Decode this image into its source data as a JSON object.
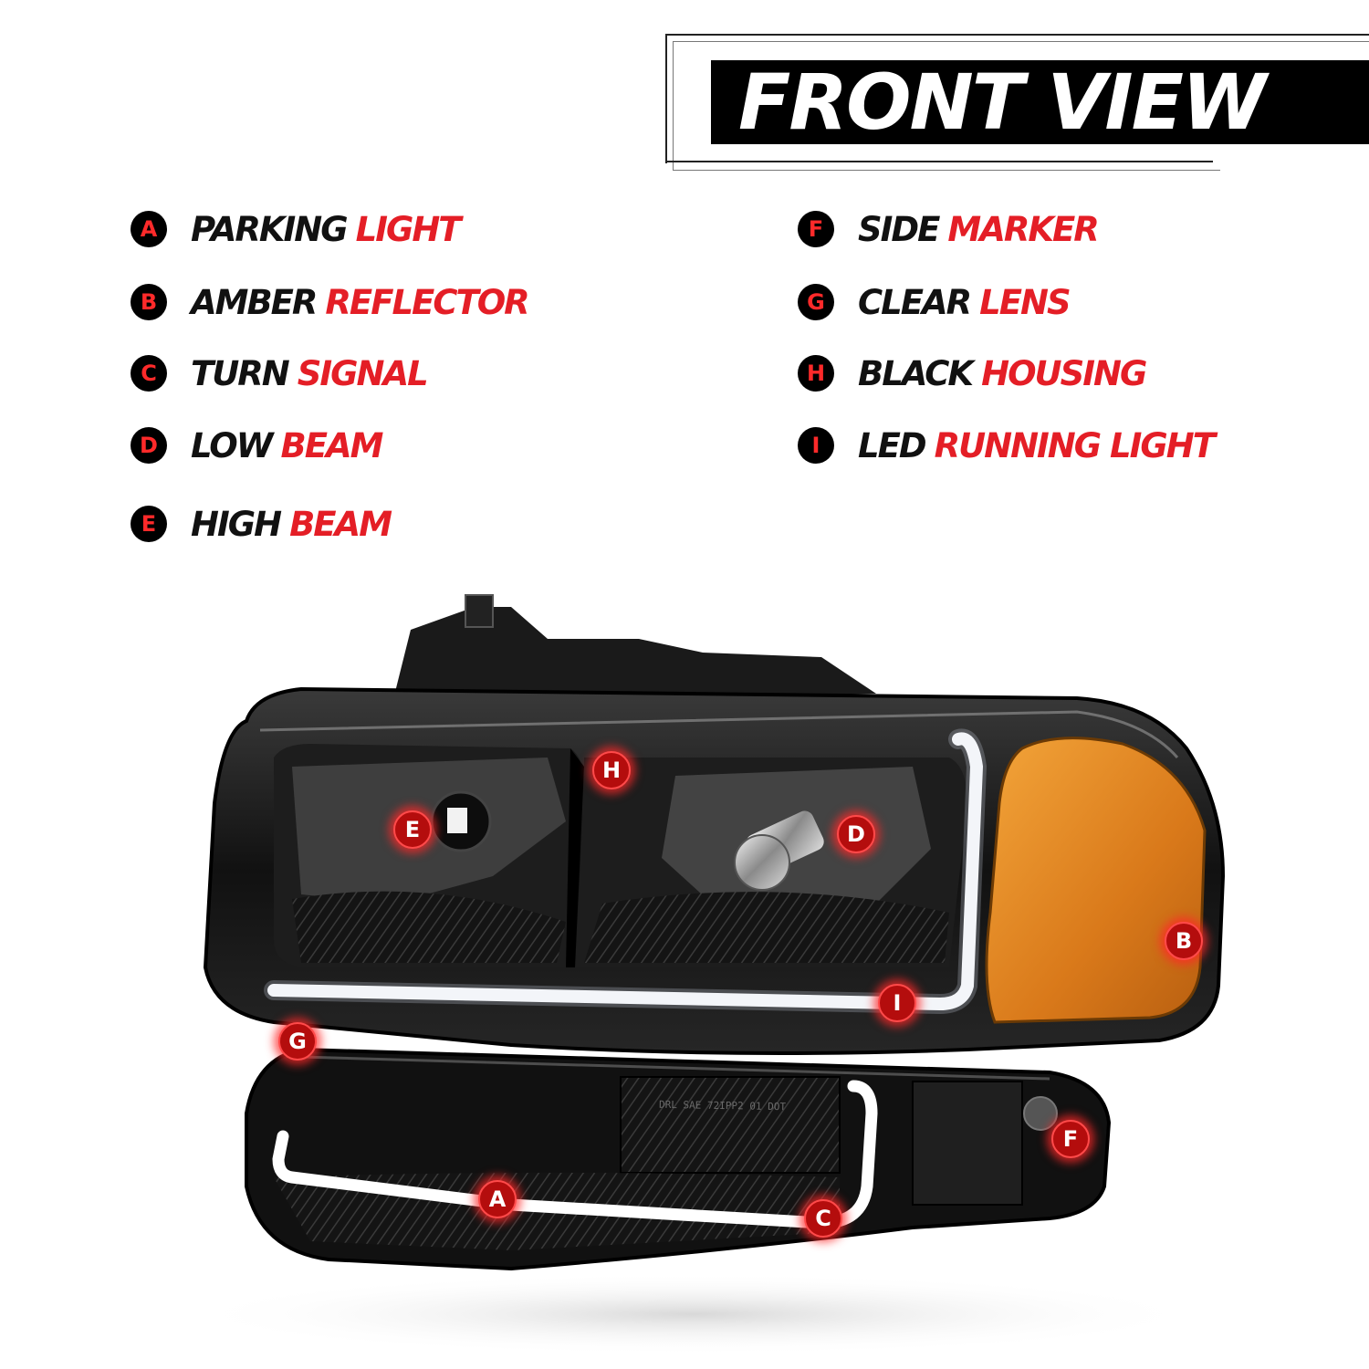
{
  "title": "FRONT VIEW",
  "legend": [
    {
      "letter": "A",
      "word1": "PARKING",
      "word2": "LIGHT"
    },
    {
      "letter": "B",
      "word1": "AMBER",
      "word2": "REFLECTOR"
    },
    {
      "letter": "C",
      "word1": "TURN",
      "word2": "SIGNAL"
    },
    {
      "letter": "D",
      "word1": "LOW",
      "word2": "BEAM"
    },
    {
      "letter": "E",
      "word1": "HIGH",
      "word2": "BEAM"
    },
    {
      "letter": "F",
      "word1": "SIDE",
      "word2": "MARKER"
    },
    {
      "letter": "G",
      "word1": "CLEAR",
      "word2": "LENS"
    },
    {
      "letter": "H",
      "word1": "BLACK",
      "word2": "HOUSING"
    },
    {
      "letter": "I",
      "word1": "LED",
      "word2": "RUNNING LIGHT"
    }
  ],
  "lens_markings": "DRL SAE 72IPP2 01 DOT",
  "colors": {
    "accent_red": "#e41e26",
    "badge_bg": "#000000",
    "amber": "#e08a1e"
  }
}
